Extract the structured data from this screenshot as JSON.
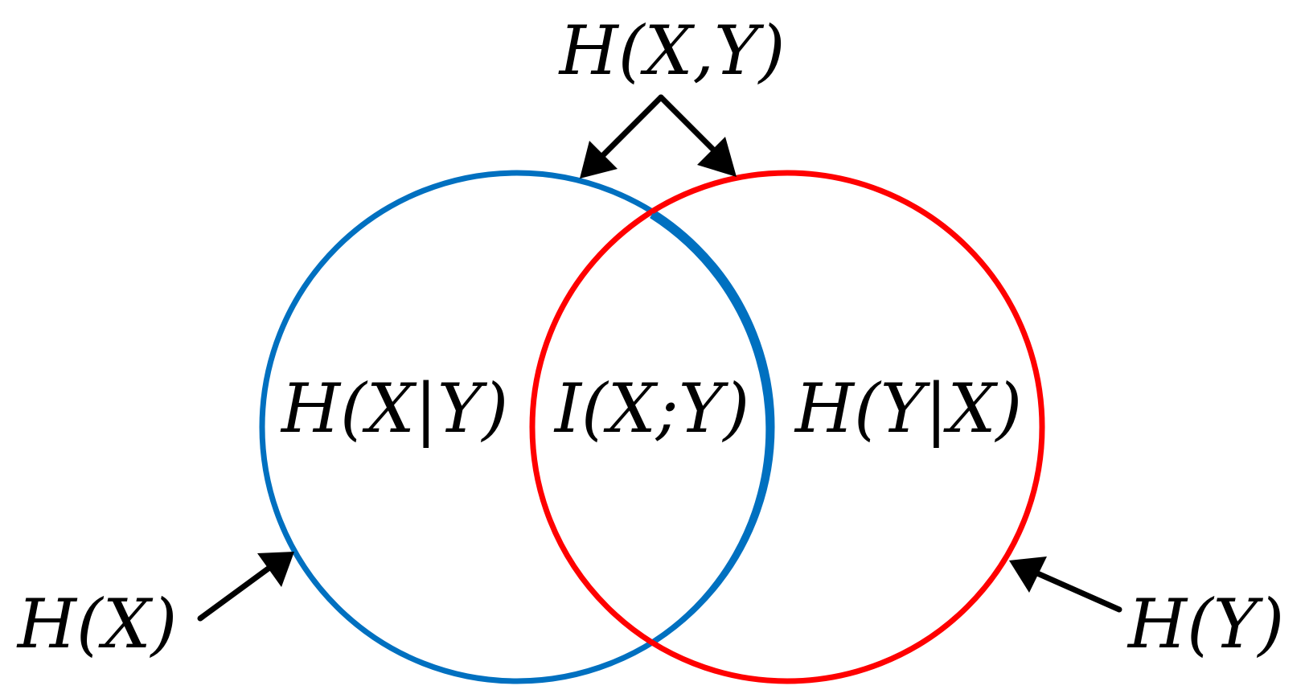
{
  "labels": {
    "joint_entropy": "H(X,Y)",
    "conditional_x_given_y": "H(X|Y)",
    "mutual_information": "I(X;Y)",
    "conditional_y_given_x": "H(Y|X)",
    "entropy_x": "H(X)",
    "entropy_y": "H(Y)"
  },
  "colors": {
    "circle_x": "#0070C0",
    "circle_y": "#FF0000",
    "arrows": "#000000",
    "text": "#000000",
    "background": "#FFFFFF"
  }
}
